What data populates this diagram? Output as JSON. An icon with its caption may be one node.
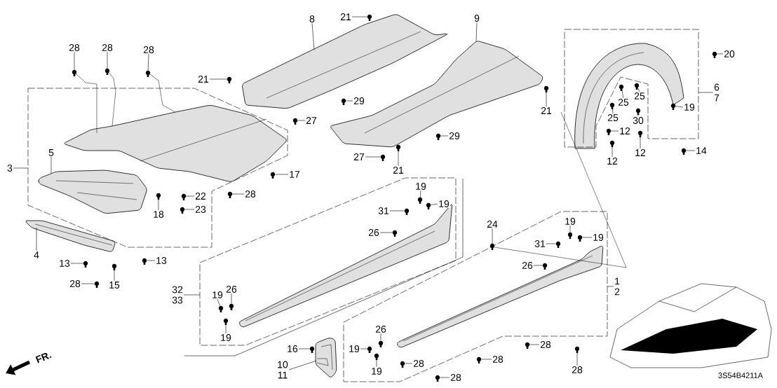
{
  "diagram": {
    "nodes": [
      {
        "text": [
          "28"
        ]
      },
      {
        "text": [
          "28"
        ]
      },
      {
        "text": [
          "28"
        ]
      },
      {
        "text": [
          "8"
        ]
      },
      {
        "text": [
          "21"
        ]
      },
      {
        "text": [
          "9"
        ]
      },
      {
        "text": [
          "20"
        ]
      },
      {
        "text": [
          "21"
        ]
      },
      {
        "text": [
          "6",
          "7"
        ]
      },
      {
        "text": [
          "25"
        ]
      },
      {
        "text": [
          "29"
        ]
      },
      {
        "text": [
          "25"
        ]
      },
      {
        "text": [
          "19"
        ],
        "in": 117
      },
      {
        "text": [
          "21"
        ]
      },
      {
        "text": [
          "25"
        ]
      },
      {
        "text": [
          "30"
        ]
      },
      {
        "text": [
          "27"
        ]
      },
      {
        "text": [
          "12"
        ]
      },
      {
        "text": [
          "29"
        ]
      },
      {
        "text": [
          "12"
        ]
      },
      {
        "text": [
          "5"
        ],
        "in": 116
      },
      {
        "text": [
          "14"
        ]
      },
      {
        "text": [
          "27"
        ]
      },
      {
        "text": [
          "12"
        ]
      },
      {
        "text": [
          "3"
        ]
      },
      {
        "text": [
          "21"
        ]
      },
      {
        "text": [
          "17"
        ]
      },
      {
        "text": [
          "19"
        ],
        "in": 118
      },
      {
        "text": [
          "28"
        ]
      },
      {
        "text": [
          "22"
        ],
        "in": 116
      },
      {
        "text": [
          "19"
        ],
        "in": 118
      },
      {
        "text": [
          "23"
        ],
        "in": 116
      },
      {
        "text": [
          "31"
        ],
        "in": 118
      },
      {
        "text": [
          "18"
        ],
        "in": 116
      },
      {
        "text": [
          "24"
        ]
      },
      {
        "text": [
          "19"
        ],
        "in": 119
      },
      {
        "text": [
          "26"
        ],
        "in": 118
      },
      {
        "text": [
          "19"
        ],
        "in": 119
      },
      {
        "text": [
          "31"
        ],
        "in": 119
      },
      {
        "text": [
          "4"
        ]
      },
      {
        "text": [
          "13"
        ]
      },
      {
        "text": [
          "13"
        ]
      },
      {
        "text": [
          "26"
        ],
        "in": 119
      },
      {
        "text": [
          "1",
          "2"
        ]
      },
      {
        "text": [
          "28"
        ]
      },
      {
        "text": [
          "15"
        ]
      },
      {
        "text": [
          "32",
          "33"
        ]
      },
      {
        "text": [
          "26"
        ],
        "in": 118
      },
      {
        "text": [
          "19"
        ],
        "in": 118
      },
      {
        "text": [
          "26"
        ],
        "in": 119
      },
      {
        "text": [
          "19"
        ],
        "in": 118
      },
      {
        "text": [
          "28"
        ]
      },
      {
        "text": [
          "16"
        ]
      },
      {
        "text": [
          "19"
        ],
        "in": 119
      },
      {
        "text": [
          "28"
        ]
      },
      {
        "text": [
          "28"
        ],
        "in": 119
      },
      {
        "text": [
          "10",
          "11"
        ]
      },
      {
        "text": [
          "28"
        ]
      },
      {
        "text": [
          "19"
        ],
        "in": 119
      },
      {
        "text": [
          "28"
        ]
      },
      {
        "text": [],
        "shape": "picture"
      },
      {
        "text": [],
        "shape": "picture"
      },
      {
        "text": [],
        "shape": "picture"
      },
      {
        "text": [],
        "shape": "picture"
      },
      {
        "text": [],
        "shape": "picture"
      },
      {
        "text": [],
        "shape": "picture"
      },
      {
        "text": [],
        "shape": "picture"
      },
      {
        "text": [],
        "shape": "picture"
      },
      {
        "text": [],
        "shape": "picture"
      },
      {
        "text": [],
        "shape": "picture"
      },
      {
        "text": [],
        "shape": "picture"
      },
      {
        "text": [],
        "shape": "picture",
        "in": 117
      },
      {
        "text": [],
        "shape": "picture"
      },
      {
        "text": [],
        "shape": "picture"
      },
      {
        "text": [],
        "shape": "picture"
      },
      {
        "text": [],
        "shape": "picture"
      },
      {
        "text": [],
        "shape": "picture"
      },
      {
        "text": [],
        "shape": "picture"
      },
      {
        "text": [],
        "shape": "picture"
      },
      {
        "text": [],
        "shape": "picture",
        "in": 116
      },
      {
        "text": [],
        "shape": "picture"
      },
      {
        "text": [],
        "shape": "picture"
      },
      {
        "text": [],
        "shape": "picture"
      },
      {
        "text": [],
        "shape": "picture"
      },
      {
        "text": [],
        "shape": "picture"
      },
      {
        "text": [],
        "shape": "picture",
        "in": 118
      },
      {
        "text": [],
        "shape": "picture"
      },
      {
        "text": [],
        "shape": "picture",
        "in": 116
      },
      {
        "text": [],
        "shape": "picture",
        "in": 118
      },
      {
        "text": [],
        "shape": "picture",
        "in": 116
      },
      {
        "text": [],
        "shape": "picture",
        "in": 118
      },
      {
        "text": [],
        "shape": "picture",
        "in": 116
      },
      {
        "text": [],
        "shape": "picture"
      },
      {
        "text": [],
        "shape": "picture",
        "in": 119
      },
      {
        "text": [],
        "shape": "picture",
        "in": 118
      },
      {
        "text": [],
        "shape": "picture",
        "in": 119
      },
      {
        "text": [],
        "shape": "picture",
        "in": 119
      },
      {
        "text": [],
        "shape": "picture"
      },
      {
        "text": [],
        "shape": "picture"
      },
      {
        "text": [],
        "shape": "picture"
      },
      {
        "text": [],
        "shape": "picture",
        "in": 119
      },
      {
        "text": [],
        "shape": "picture"
      },
      {
        "text": [],
        "shape": "picture"
      },
      {
        "text": [],
        "shape": "picture",
        "in": 118
      },
      {
        "text": [],
        "shape": "picture",
        "in": 118
      },
      {
        "text": [],
        "shape": "picture",
        "in": 119
      },
      {
        "text": [],
        "shape": "picture",
        "in": 118
      },
      {
        "text": [],
        "shape": "picture"
      },
      {
        "text": [],
        "shape": "picture"
      },
      {
        "text": [],
        "shape": "picture",
        "in": 119
      },
      {
        "text": [],
        "shape": "picture"
      },
      {
        "text": [],
        "shape": "picture",
        "in": 119
      },
      {
        "text": [],
        "shape": "picture"
      },
      {
        "text": [],
        "shape": "picture"
      },
      {
        "text": [],
        "shape": "picture",
        "in": 119
      },
      {
        "text": [],
        "shape": "picture"
      },
      {
        "text": [],
        "shape": "box"
      },
      {
        "text": [],
        "shape": "box"
      },
      {
        "text": [],
        "shape": "box"
      },
      {
        "text": [],
        "shape": "box"
      }
    ],
    "edges": [
      {
        "from": 0,
        "to": 60,
        "arrow": "none"
      },
      {
        "from": 1,
        "to": 61,
        "arrow": "none"
      },
      {
        "from": 2,
        "to": 62,
        "arrow": "none"
      },
      {
        "from": 3,
        "to": 63,
        "arrow": "none"
      },
      {
        "from": 4,
        "to": 64,
        "arrow": "none"
      },
      {
        "from": 5,
        "to": 65,
        "arrow": "none"
      },
      {
        "from": 6,
        "to": 66,
        "arrow": "none"
      },
      {
        "from": 7,
        "to": 67,
        "arrow": "none"
      },
      {
        "from": 8,
        "to": 117,
        "arrow": "none"
      },
      {
        "from": 9,
        "to": 68,
        "arrow": "none"
      },
      {
        "from": 10,
        "to": 69,
        "arrow": "none"
      },
      {
        "from": 11,
        "to": 70,
        "arrow": "none"
      },
      {
        "from": 12,
        "to": 71,
        "arrow": "none"
      },
      {
        "from": 13,
        "to": 72,
        "arrow": "none"
      },
      {
        "from": 14,
        "to": 73,
        "arrow": "none"
      },
      {
        "from": 15,
        "to": 74,
        "arrow": "none"
      },
      {
        "from": 16,
        "to": 75,
        "arrow": "none"
      },
      {
        "from": 17,
        "to": 76,
        "arrow": "none"
      },
      {
        "from": 18,
        "to": 77,
        "arrow": "none"
      },
      {
        "from": 19,
        "to": 78,
        "arrow": "none"
      },
      {
        "from": 20,
        "to": 79,
        "arrow": "none"
      },
      {
        "from": 21,
        "to": 80,
        "arrow": "none"
      },
      {
        "from": 22,
        "to": 81,
        "arrow": "none"
      },
      {
        "from": 23,
        "to": 82,
        "arrow": "none"
      },
      {
        "from": 24,
        "to": 116,
        "arrow": "none"
      },
      {
        "from": 25,
        "to": 83,
        "arrow": "none"
      },
      {
        "from": 26,
        "to": 84,
        "arrow": "none"
      },
      {
        "from": 27,
        "to": 85,
        "arrow": "none"
      },
      {
        "from": 28,
        "to": 86,
        "arrow": "none"
      },
      {
        "from": 29,
        "to": 87,
        "arrow": "none"
      },
      {
        "from": 30,
        "to": 88,
        "arrow": "none"
      },
      {
        "from": 31,
        "to": 89,
        "arrow": "none"
      },
      {
        "from": 32,
        "to": 90,
        "arrow": "none"
      },
      {
        "from": 33,
        "to": 91,
        "arrow": "none"
      },
      {
        "from": 34,
        "to": 92,
        "arrow": "none"
      },
      {
        "from": 35,
        "to": 93,
        "arrow": "none"
      },
      {
        "from": 36,
        "to": 94,
        "arrow": "none"
      },
      {
        "from": 37,
        "to": 95,
        "arrow": "none"
      },
      {
        "from": 38,
        "to": 96,
        "arrow": "none"
      },
      {
        "from": 39,
        "to": 97,
        "arrow": "none"
      },
      {
        "from": 40,
        "to": 98,
        "arrow": "none"
      },
      {
        "from": 41,
        "to": 99,
        "arrow": "none"
      },
      {
        "from": 42,
        "to": 100,
        "arrow": "none"
      },
      {
        "from": 43,
        "to": 119,
        "arrow": "none"
      },
      {
        "from": 44,
        "to": 101,
        "arrow": "none"
      },
      {
        "from": 45,
        "to": 102,
        "arrow": "none"
      },
      {
        "from": 46,
        "to": 118,
        "arrow": "none"
      },
      {
        "from": 47,
        "to": 103,
        "arrow": "none"
      },
      {
        "from": 48,
        "to": 104,
        "arrow": "none"
      },
      {
        "from": 49,
        "to": 105,
        "arrow": "none"
      },
      {
        "from": 50,
        "to": 106,
        "arrow": "none"
      },
      {
        "from": 51,
        "to": 107,
        "arrow": "none"
      },
      {
        "from": 52,
        "to": 108,
        "arrow": "none"
      },
      {
        "from": 53,
        "to": 109,
        "arrow": "none"
      },
      {
        "from": 54,
        "to": 110,
        "arrow": "none"
      },
      {
        "from": 55,
        "to": 111,
        "arrow": "none"
      },
      {
        "from": 56,
        "to": 112,
        "arrow": "none"
      },
      {
        "from": 57,
        "to": 113,
        "arrow": "none"
      },
      {
        "from": 58,
        "to": 114,
        "arrow": "none"
      },
      {
        "from": 59,
        "to": 115,
        "arrow": "none"
      }
    ],
    "labels": [
      "FR.",
      "3S54B4211A"
    ]
  }
}
